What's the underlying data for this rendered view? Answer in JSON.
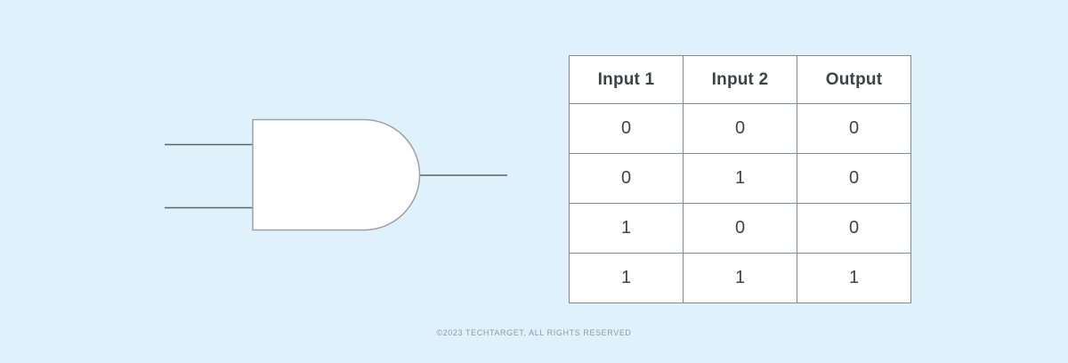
{
  "diagram": {
    "gate_type": "and-gate",
    "colors": {
      "background": "#dff2fb",
      "wire_stroke": "#5f6368",
      "gate_stroke": "#9ba2a9",
      "gate_fill": "#ffffff",
      "table_border": "#84898e",
      "table_text": "#3f4347"
    }
  },
  "truth_table": {
    "headers": [
      "Input 1",
      "Input 2",
      "Output"
    ],
    "rows": [
      [
        "0",
        "0",
        "0"
      ],
      [
        "0",
        "1",
        "0"
      ],
      [
        "1",
        "0",
        "0"
      ],
      [
        "1",
        "1",
        "1"
      ]
    ]
  },
  "footer": {
    "copyright": "©2023 TECHTARGET, ALL RIGHTS RESERVED"
  }
}
